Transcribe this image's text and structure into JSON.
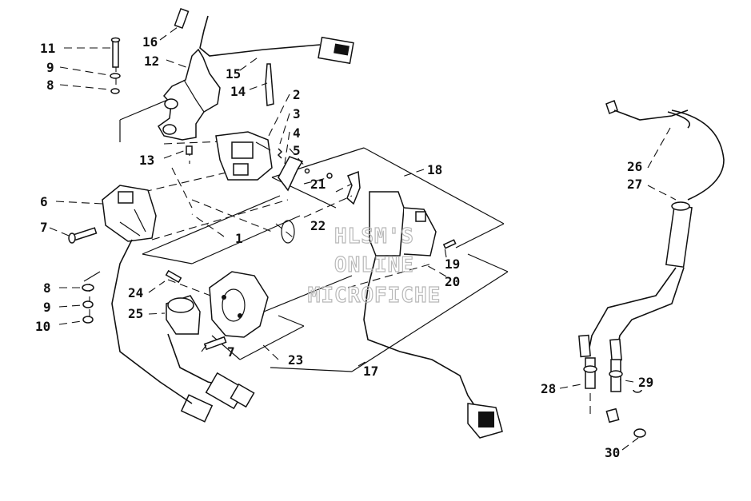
{
  "callouts": [
    {
      "id": "c1",
      "text": "1"
    },
    {
      "id": "c2",
      "text": "2"
    },
    {
      "id": "c3",
      "text": "3"
    },
    {
      "id": "c4",
      "text": "4"
    },
    {
      "id": "c5",
      "text": "5"
    },
    {
      "id": "c6",
      "text": "6"
    },
    {
      "id": "c7a",
      "text": "7"
    },
    {
      "id": "c7b",
      "text": "7"
    },
    {
      "id": "c8a",
      "text": "8"
    },
    {
      "id": "c8b",
      "text": "8"
    },
    {
      "id": "c9a",
      "text": "9"
    },
    {
      "id": "c9b",
      "text": "9"
    },
    {
      "id": "c10",
      "text": "10"
    },
    {
      "id": "c11",
      "text": "11"
    },
    {
      "id": "c12",
      "text": "12"
    },
    {
      "id": "c13",
      "text": "13"
    },
    {
      "id": "c14",
      "text": "14"
    },
    {
      "id": "c15",
      "text": "15"
    },
    {
      "id": "c16",
      "text": "16"
    },
    {
      "id": "c17",
      "text": "17"
    },
    {
      "id": "c18",
      "text": "18"
    },
    {
      "id": "c19",
      "text": "19"
    },
    {
      "id": "c20",
      "text": "20"
    },
    {
      "id": "c21",
      "text": "21"
    },
    {
      "id": "c22",
      "text": "22"
    },
    {
      "id": "c23",
      "text": "23"
    },
    {
      "id": "c24",
      "text": "24"
    },
    {
      "id": "c25",
      "text": "25"
    },
    {
      "id": "c26",
      "text": "26"
    },
    {
      "id": "c27",
      "text": "27"
    },
    {
      "id": "c28",
      "text": "28"
    },
    {
      "id": "c29",
      "text": "29"
    },
    {
      "id": "c30",
      "text": "30"
    }
  ],
  "watermark": {
    "line1": "HLSM'S",
    "line2": "ONLINE",
    "line3": "MICROFICHE"
  },
  "colors": {
    "ink": "#111111",
    "background": "#ffffff",
    "watermark": "#b8b8b8"
  }
}
